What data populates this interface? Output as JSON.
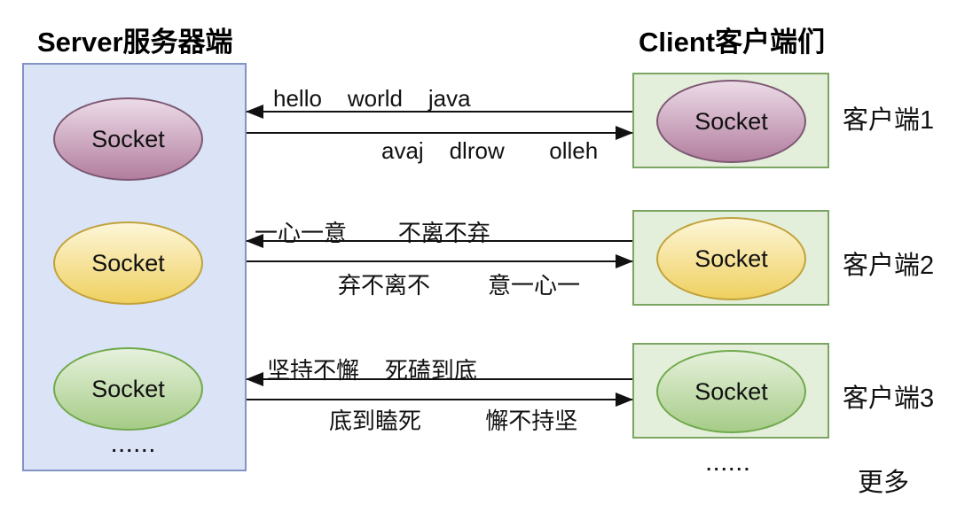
{
  "server": {
    "title": "Server服务器端",
    "sockets": [
      {
        "label": "Socket",
        "color": "#b27e9f"
      },
      {
        "label": "Socket",
        "color": "#efd060"
      },
      {
        "label": "Socket",
        "color": "#a6cc87"
      }
    ],
    "more_dots": "......"
  },
  "clients": {
    "title": "Client客户端们",
    "items": [
      {
        "socket_label": "Socket",
        "name": "客户端1",
        "color": "#b27e9f"
      },
      {
        "socket_label": "Socket",
        "name": "客户端2",
        "color": "#efd060"
      },
      {
        "socket_label": "Socket",
        "name": "客户端3",
        "color": "#a6cc87"
      }
    ],
    "more_dots": "......",
    "more_label": "更多"
  },
  "messages": [
    {
      "to_server": "hello    world    java",
      "to_client": "avaj    dlrow       olleh"
    },
    {
      "to_server": "一心一意        不离不弃",
      "to_client": "弃不离不         意一心一"
    },
    {
      "to_server": "坚持不懈    死磕到底",
      "to_client": "底到瞌死          懈不持坚"
    }
  ],
  "colors": {
    "server_box_fill": "#dbe3f6",
    "server_box_border": "#8293c4",
    "client_box_fill": "#e3efda",
    "client_box_border": "#7ca563",
    "arrow": "#111111"
  }
}
